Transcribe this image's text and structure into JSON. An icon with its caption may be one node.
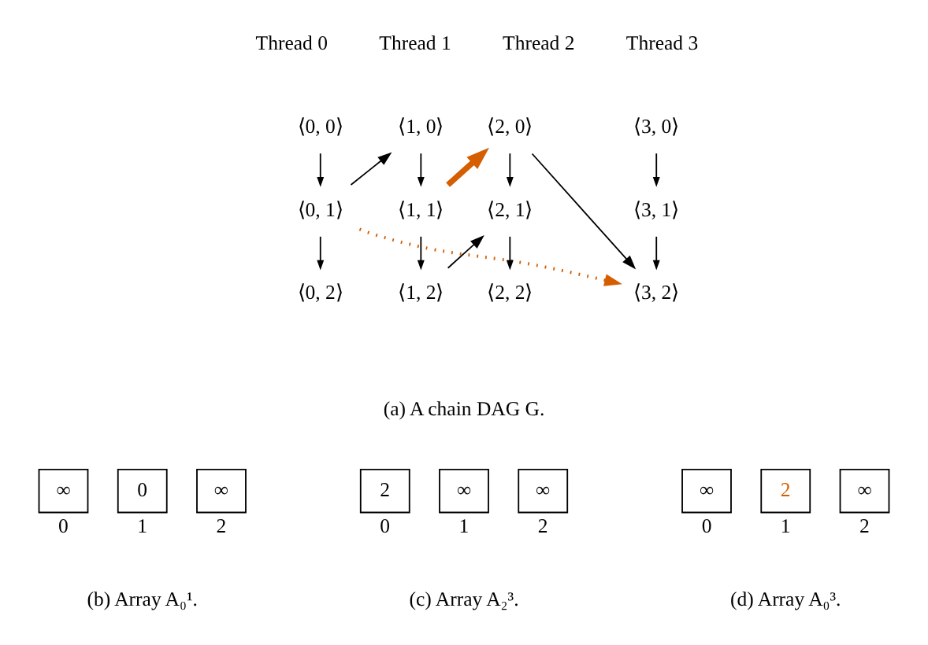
{
  "diagram": {
    "nodes": [
      {
        "text": [
          "⟨0, 0⟩"
        ]
      },
      {
        "text": [
          "⟨0, 1⟩"
        ]
      },
      {
        "text": [
          "⟨0, 2⟩"
        ]
      },
      {
        "text": [
          "⟨1, 0⟩"
        ]
      },
      {
        "text": [
          "⟨1, 1⟩"
        ]
      },
      {
        "text": [
          "⟨1, 2⟩"
        ]
      },
      {
        "text": [
          "⟨2, 0⟩"
        ]
      },
      {
        "text": [
          "⟨2, 1⟩"
        ]
      },
      {
        "text": [
          "⟨2, 2⟩"
        ]
      },
      {
        "text": [
          "⟨3, 0⟩"
        ]
      },
      {
        "text": [
          "⟨3, 1⟩"
        ]
      },
      {
        "text": [
          "⟨3, 2⟩"
        ]
      },
      {
        "text": [
          "∞"
        ],
        "beside": [
          "0"
        ]
      },
      {
        "text": [
          "0"
        ],
        "beside": [
          "1"
        ]
      },
      {
        "text": [
          "∞"
        ],
        "beside": [
          "2"
        ]
      },
      {
        "text": [
          "2"
        ],
        "beside": [
          "0"
        ]
      },
      {
        "text": [
          "∞"
        ],
        "beside": [
          "1"
        ]
      },
      {
        "text": [
          "∞"
        ],
        "beside": [
          "2"
        ]
      },
      {
        "text": [
          "∞"
        ],
        "beside": [
          "0"
        ]
      },
      {
        "text": [
          "2"
        ],
        "beside": [
          "1"
        ]
      },
      {
        "text": [
          "∞"
        ],
        "beside": [
          "2"
        ]
      }
    ],
    "edges": [
      {
        "from": 0,
        "to": 1,
        "arrow": "to"
      },
      {
        "from": 1,
        "to": 2,
        "arrow": "to"
      },
      {
        "from": 3,
        "to": 4,
        "arrow": "to"
      },
      {
        "from": 4,
        "to": 5,
        "arrow": "to"
      },
      {
        "from": 6,
        "to": 7,
        "arrow": "to"
      },
      {
        "from": 7,
        "to": 8,
        "arrow": "to"
      },
      {
        "from": 9,
        "to": 10,
        "arrow": "to"
      },
      {
        "from": 10,
        "to": 11,
        "arrow": "to"
      },
      {
        "from": 1,
        "to": 3,
        "arrow": "to"
      },
      {
        "from": 4,
        "to": 6,
        "arrow": "to",
        "style": "thick",
        "color": "#d55e00"
      },
      {
        "from": 5,
        "to": 7,
        "arrow": "to"
      },
      {
        "from": 6,
        "to": 11,
        "arrow": "to"
      },
      {
        "from": 1,
        "to": 11,
        "arrow": "to",
        "style": "dashed",
        "color": "#d55e00"
      }
    ],
    "labels": [
      "Thread 0",
      "Thread 1",
      "Thread 2",
      "Thread 3",
      "(a) A chain DAG G.",
      "(b) Array A₀¹.",
      "(c) Array A₂³.",
      "(d) Array A₀³."
    ]
  }
}
